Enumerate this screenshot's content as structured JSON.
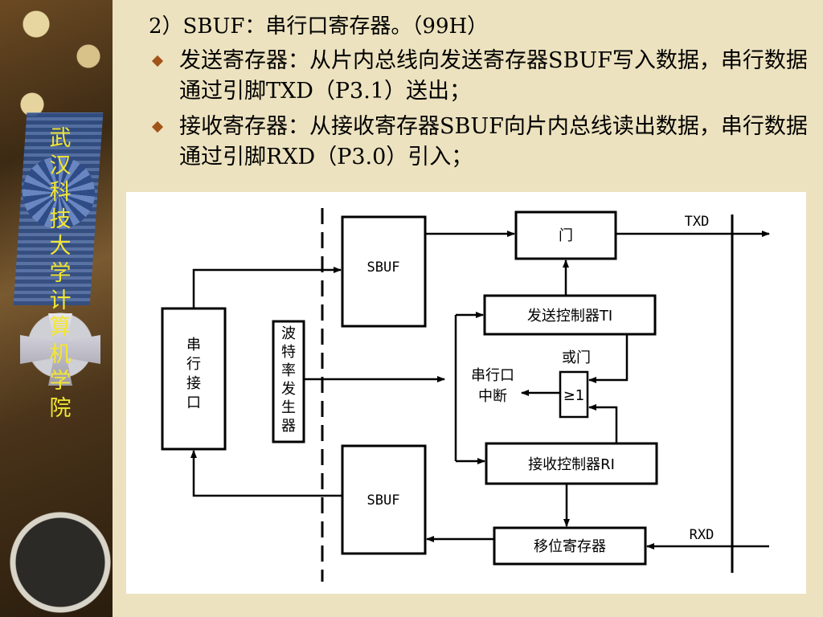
{
  "sidebar": {
    "title_chars": [
      "武",
      "汉",
      "科",
      "技",
      "大",
      "学",
      "计",
      "算",
      "机",
      "学",
      "院"
    ]
  },
  "content": {
    "line0": "2）SBUF：串行口寄存器。（99H）",
    "bullets": [
      "发送寄存器：从片内总线向发送寄存器SBUF写入数据，串行数据通过引脚TXD（P3.1）送出；",
      "接收寄存器：从接收寄存器SBUF向片内总线读出数据，串行数据通过引脚RXD（P3.0）引入；"
    ]
  },
  "diagram": {
    "serial_port": [
      "串",
      "行",
      "接",
      "口"
    ],
    "baud_gen": [
      "波",
      "特",
      "率",
      "发",
      "生",
      "器"
    ],
    "sbuf_top": "SBUF",
    "sbuf_bottom": "SBUF",
    "gate": "门",
    "tx_ctrl": "发送控制器TI",
    "rx_ctrl": "接收控制器RI",
    "or_gate_label": "或门",
    "or_gate_symbol": "≥1",
    "serial_int_line1": "串行口",
    "serial_int_line2": "中断",
    "shift_reg": "移位寄存器",
    "txd": "TXD",
    "rxd": "RXD"
  }
}
